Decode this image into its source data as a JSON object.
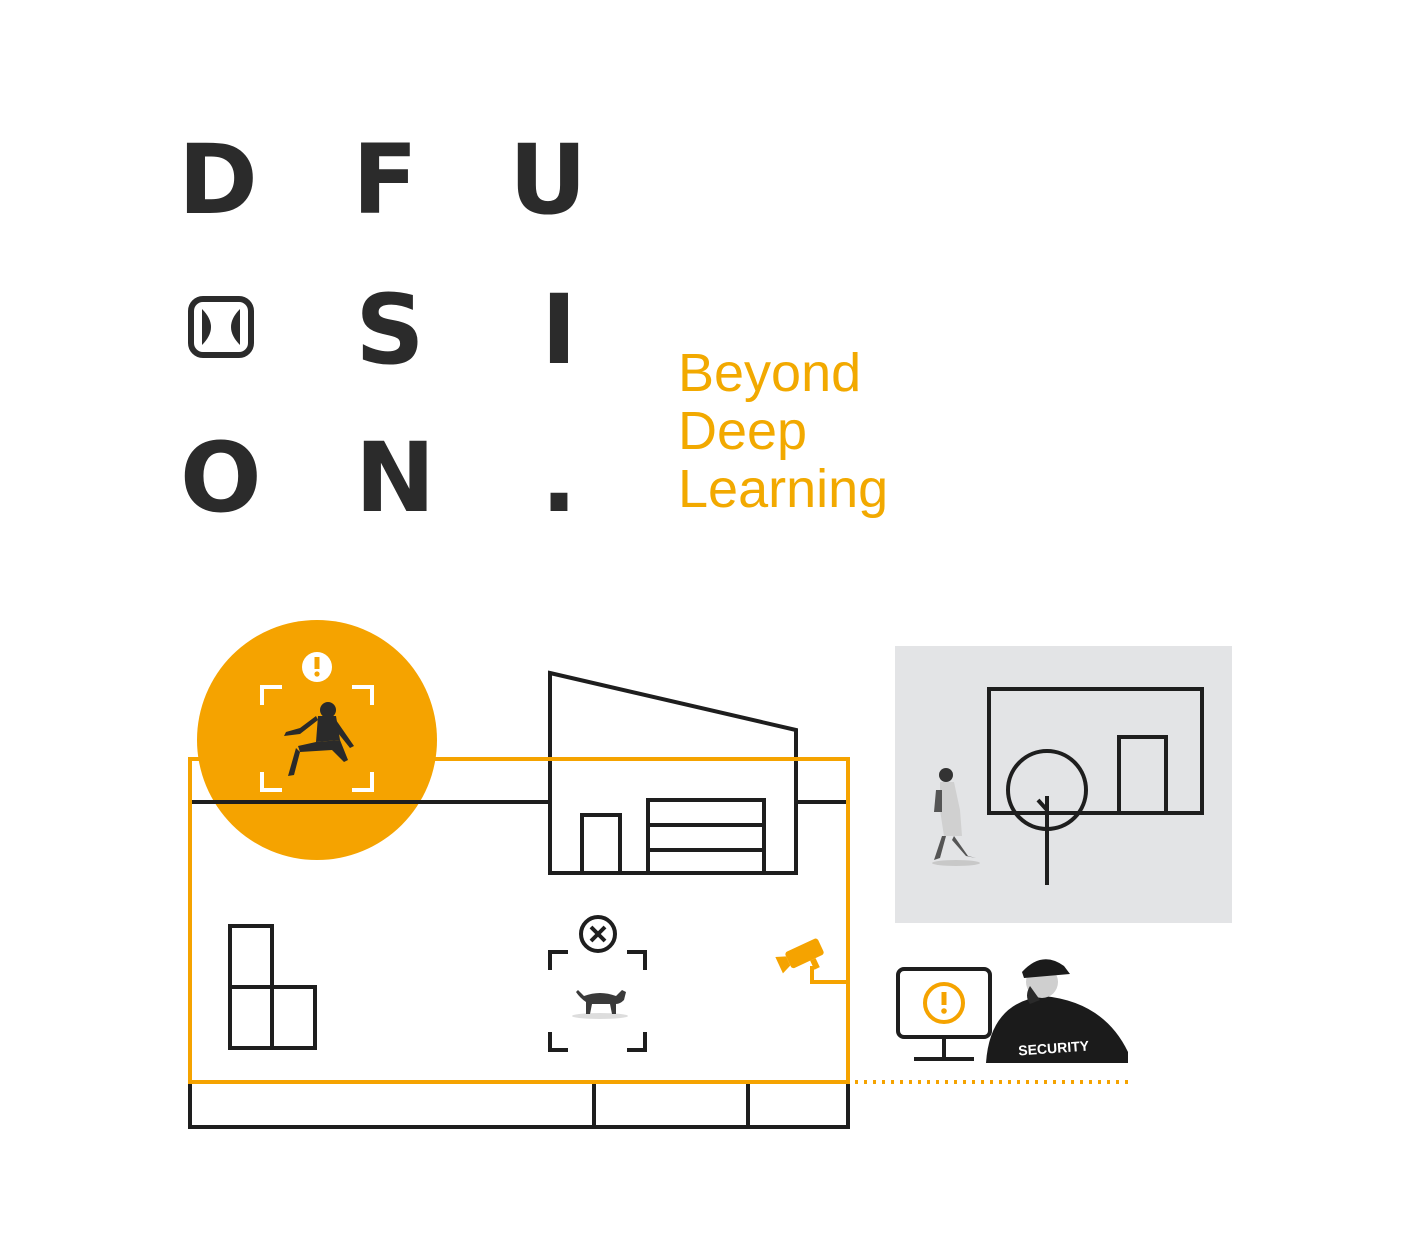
{
  "brand": {
    "logo_rows": [
      [
        "D",
        "F",
        "U"
      ],
      [
        "",
        "S",
        "I"
      ],
      [
        "O",
        "N",
        "."
      ]
    ],
    "accent_color": "#f5a300",
    "text_color": "#2b2b2b"
  },
  "tagline": {
    "line1": "Beyond",
    "line2": "Deep",
    "line3": "Learning"
  },
  "scene": {
    "guard_label": "SECURITY",
    "icons": [
      "alert-icon",
      "reject-icon",
      "security-camera-icon",
      "monitor-icon"
    ]
  }
}
